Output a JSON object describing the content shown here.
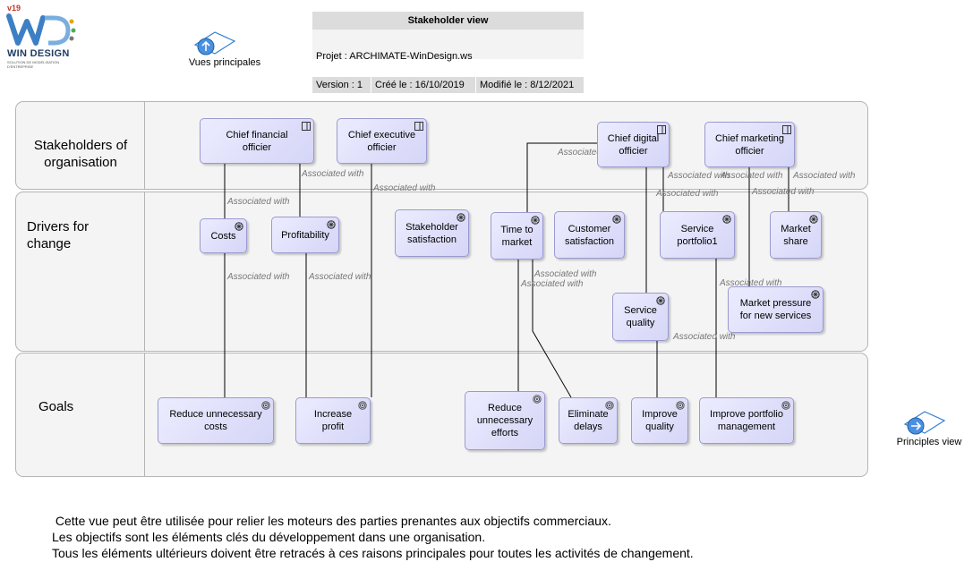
{
  "logo": {
    "version": "v19",
    "brand": "WIN DESIGN",
    "tagline": "SOLUTION DE MODÉLISATION D'ENTREPRISE"
  },
  "nav": {
    "main_views": "Vues principales",
    "principles_view": "Principles view"
  },
  "header": {
    "title": "Stakeholder view",
    "project": "Projet : ARCHIMATE-WinDesign.ws",
    "version": "Version : 1",
    "created": "Créé le : 16/10/2019",
    "modified": "Modifié le : 8/12/2021"
  },
  "lanes": [
    {
      "label_line1": "Stakeholders of",
      "label_line2": "organisation"
    },
    {
      "label_line1": "Drivers for",
      "label_line2": "change"
    },
    {
      "label_line1": "Goals",
      "label_line2": ""
    }
  ],
  "nodes": {
    "cfo": {
      "line1": "Chief financial",
      "line2": "officier"
    },
    "ceo": {
      "line1": "Chief executive",
      "line2": "officier"
    },
    "cdo": {
      "line1": "Chief digital",
      "line2": "officier"
    },
    "cmo": {
      "line1": "Chief marketing",
      "line2": "officier"
    },
    "costs": {
      "line1": "Costs",
      "line2": ""
    },
    "profitability": {
      "line1": "Profitability",
      "line2": ""
    },
    "stakeholder_satisfaction": {
      "line1": "Stakeholder",
      "line2": "satisfaction"
    },
    "time_to_market": {
      "line1": "Time to",
      "line2": "market"
    },
    "customer_satisfaction": {
      "line1": "Customer",
      "line2": "satisfaction"
    },
    "service_portfolio": {
      "line1": "Service",
      "line2": "portfolio1"
    },
    "market_share": {
      "line1": "Market",
      "line2": "share"
    },
    "service_quality": {
      "line1": "Service",
      "line2": "quality"
    },
    "market_pressure": {
      "line1": "Market pressure",
      "line2": "for new services"
    },
    "reduce_costs": {
      "line1": "Reduce unnecessary",
      "line2": "costs"
    },
    "increase_profit": {
      "line1": "Increase",
      "line2": "profit"
    },
    "reduce_efforts": {
      "line1": "Reduce",
      "line2": "unnecessary",
      "line3": "efforts"
    },
    "eliminate_delays": {
      "line1": "Eliminate",
      "line2": "delays"
    },
    "improve_quality": {
      "line1": "Improve",
      "line2": "quality"
    },
    "improve_portfolio": {
      "line1": "Improve portfolio",
      "line2": "management"
    }
  },
  "edge_label": "Associated with",
  "footer": [
    " Cette vue peut être utilisée pour relier les moteurs des parties prenantes aux objectifs commerciaux.",
    "Les objectifs sont les éléments clés du développement dans une organisation.",
    "Tous les éléments ultérieurs doivent être retracés à ces raisons principales pour toutes les activités de changement."
  ]
}
